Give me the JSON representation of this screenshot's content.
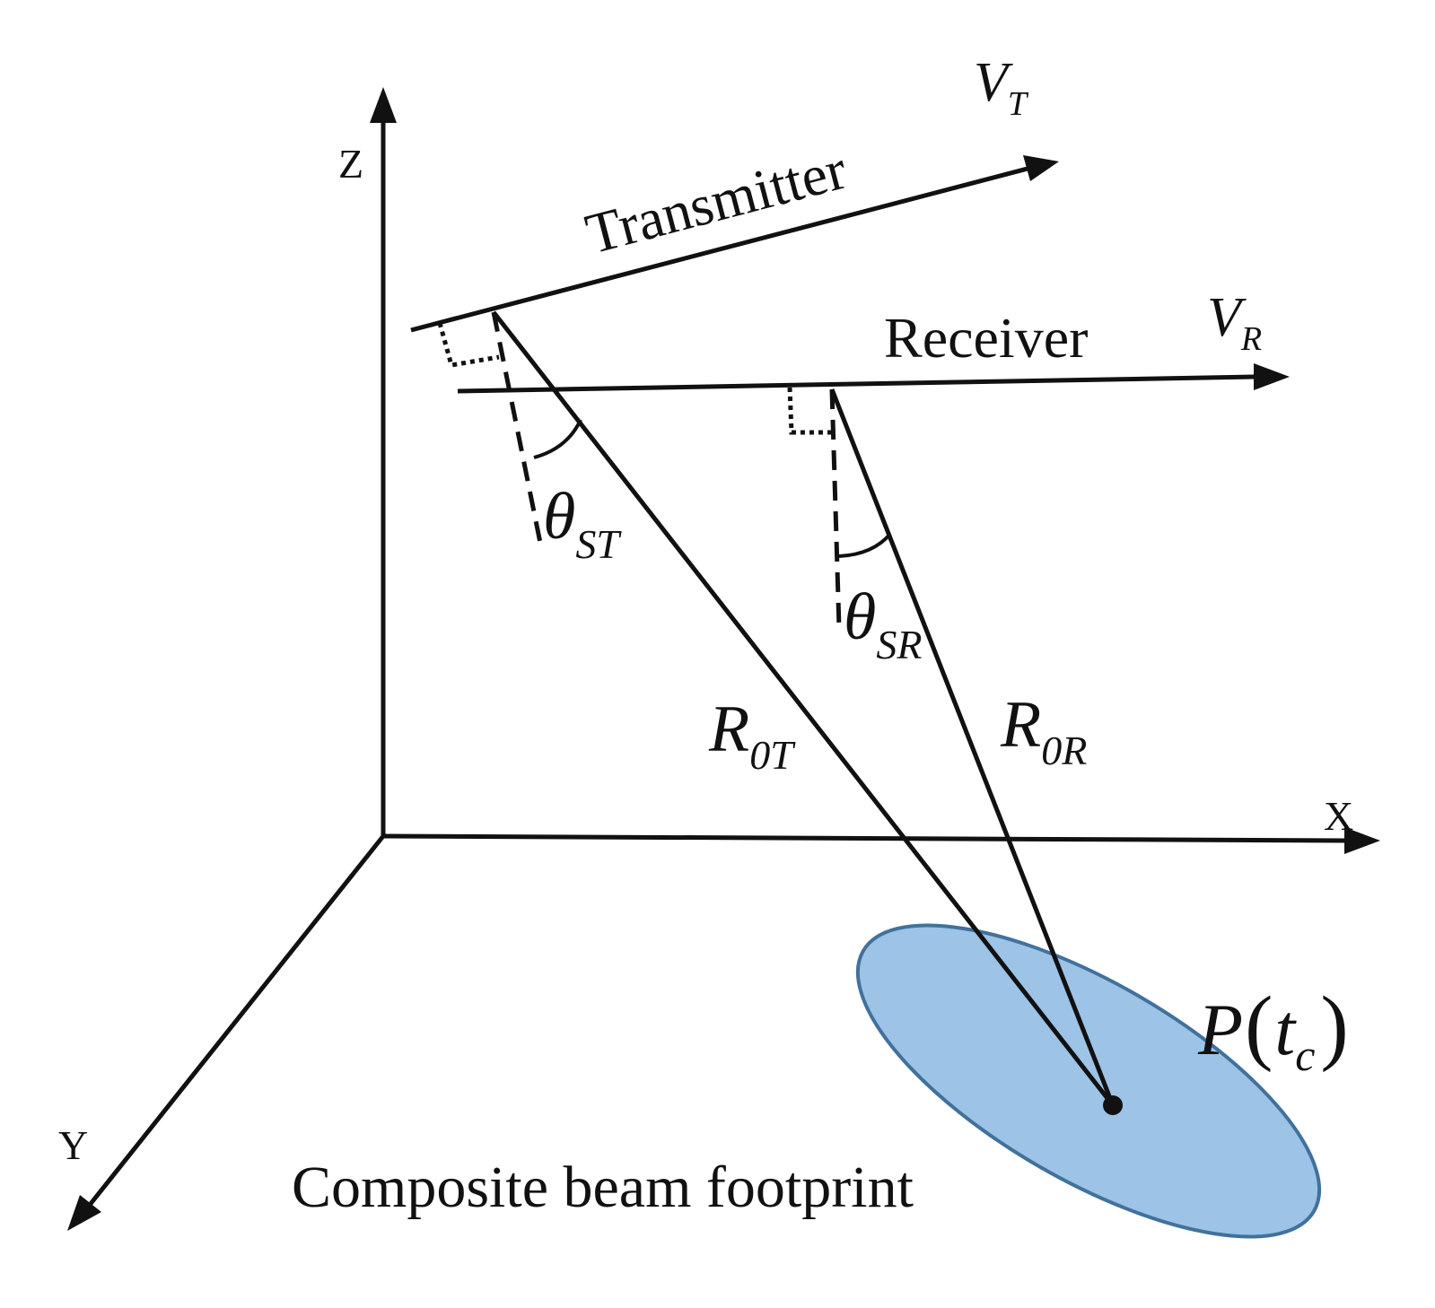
{
  "axes": {
    "x_label": "X",
    "y_label": "Y",
    "z_label": "Z"
  },
  "transmitter": {
    "label": "Transmitter",
    "velocity": {
      "main": "V",
      "sub": "T"
    }
  },
  "receiver": {
    "label": "Receiver",
    "velocity": {
      "main": "V",
      "sub": "R"
    }
  },
  "angles": {
    "transmitter": {
      "main": "θ",
      "sub": "ST"
    },
    "receiver": {
      "main": "θ",
      "sub": "SR"
    }
  },
  "ranges": {
    "transmitter": {
      "main": "R",
      "sub": "0T"
    },
    "receiver": {
      "main": "R",
      "sub": "0R"
    }
  },
  "target": {
    "point_label": "P",
    "open_paren": "(",
    "time_main": "t",
    "time_sub": "c",
    "close_paren": ")"
  },
  "footprint": {
    "label": "Composite beam footprint",
    "fill_color": "#9dc3e6",
    "stroke_color": "#41719c"
  }
}
